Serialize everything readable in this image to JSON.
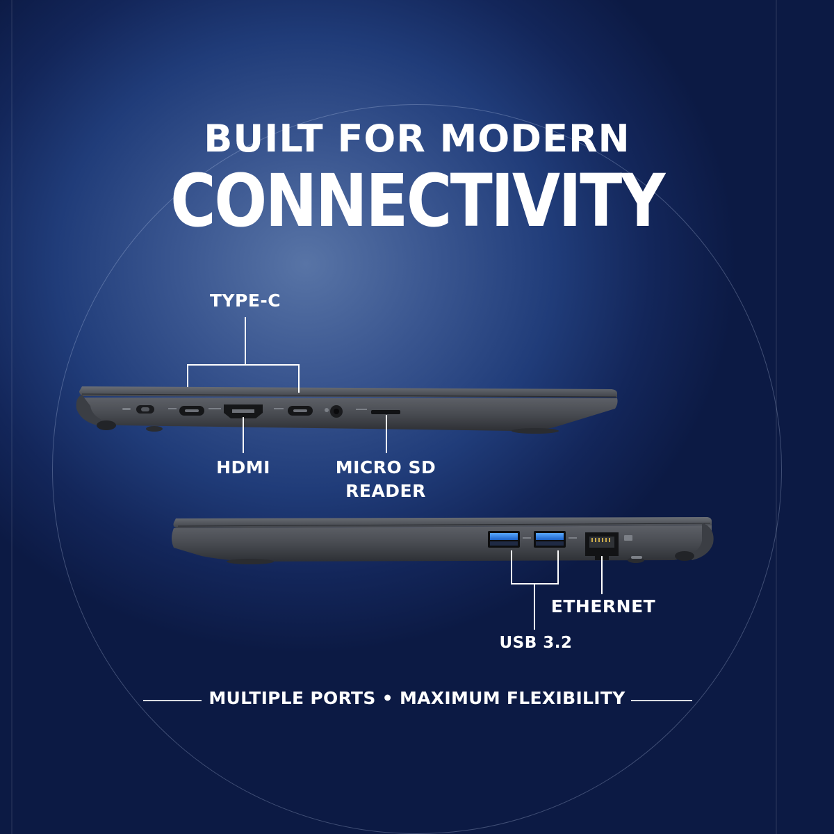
{
  "headline": {
    "line1": "BUILT FOR MODERN",
    "line2": "CONNECTIVITY"
  },
  "ports": {
    "type_c": "TYPE-C",
    "hdmi": "HDMI",
    "micro_sd": "MICRO SD\nREADER",
    "ethernet": "ETHERNET",
    "usb": "USB 3.2"
  },
  "footer": {
    "tagline": "MULTIPLE PORTS • MAXIMUM FLEXIBILITY"
  },
  "colors": {
    "background": "#1c3570",
    "text": "#ffffff",
    "laptop_body": "#4a4d53",
    "usb_port": "#2f7fe0"
  },
  "icons": [
    "kensington-lock-icon",
    "usb-c-port-icon",
    "hdmi-port-icon",
    "audio-jack-icon",
    "micro-sd-slot-icon",
    "usb-a-port-icon",
    "ethernet-port-icon"
  ]
}
